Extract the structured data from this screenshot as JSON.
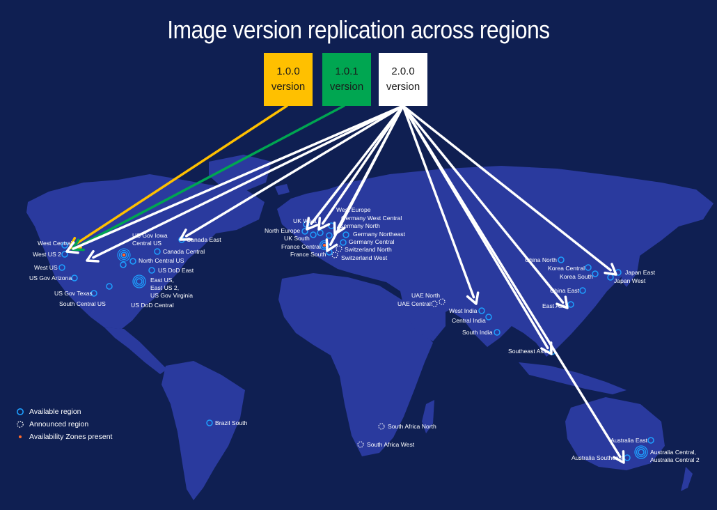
{
  "title": "Image version replication across regions",
  "versions": [
    {
      "number": "1.0.0",
      "label": "version",
      "color": "#ffc000",
      "text_color": "#1a1a1a"
    },
    {
      "number": "1.0.1",
      "label": "version",
      "color": "#00a651",
      "text_color": "#1a1a1a"
    },
    {
      "number": "2.0.0",
      "label": "version",
      "color": "#ffffff",
      "text_color": "#1a1a1a"
    }
  ],
  "legend": {
    "available": "Available region",
    "announced": "Announced region",
    "zones": "Availability Zones present"
  },
  "colors": {
    "background": "#0f1f52",
    "land": "#2a3a9e",
    "region_marker": "#1ea0ff",
    "zone_dot": "#ff6a2a",
    "arrow": "#ffffff"
  },
  "regions": [
    {
      "name": "West Central",
      "status": "available"
    },
    {
      "name": "West US 2",
      "status": "available"
    },
    {
      "name": "West US",
      "status": "available"
    },
    {
      "name": "US Gov Arizona",
      "status": "available"
    },
    {
      "name": "US Gov Texas",
      "status": "available"
    },
    {
      "name": "South Central US",
      "status": "available"
    },
    {
      "name": "US Gov Iowa",
      "status": "available"
    },
    {
      "name": "Central US",
      "status": "available",
      "zones": true
    },
    {
      "name": "North Central US",
      "status": "available"
    },
    {
      "name": "US DoD East",
      "status": "available"
    },
    {
      "name": "East US,",
      "status": "available"
    },
    {
      "name": "East US 2,",
      "status": "available"
    },
    {
      "name": "US Gov Virginia",
      "status": "available"
    },
    {
      "name": "US DoD Central",
      "status": "available"
    },
    {
      "name": "Canada Central",
      "status": "available"
    },
    {
      "name": "Canada East",
      "status": "available"
    },
    {
      "name": "UK West",
      "status": "available"
    },
    {
      "name": "North Europe",
      "status": "available"
    },
    {
      "name": "UK South",
      "status": "available"
    },
    {
      "name": "France Central",
      "status": "available",
      "zones": true
    },
    {
      "name": "France South",
      "status": "available"
    },
    {
      "name": "West Europe",
      "status": "available"
    },
    {
      "name": "Germany West Central",
      "status": "available"
    },
    {
      "name": "Germany North",
      "status": "available"
    },
    {
      "name": "Germany Northeast",
      "status": "available"
    },
    {
      "name": "Germany Central",
      "status": "available"
    },
    {
      "name": "Switzerland North",
      "status": "announced"
    },
    {
      "name": "Switzerland West",
      "status": "announced"
    },
    {
      "name": "UAE North",
      "status": "announced"
    },
    {
      "name": "UAE Central",
      "status": "announced"
    },
    {
      "name": "West India",
      "status": "available"
    },
    {
      "name": "Central India",
      "status": "available"
    },
    {
      "name": "South India",
      "status": "available"
    },
    {
      "name": "China North",
      "status": "available"
    },
    {
      "name": "China East",
      "status": "available"
    },
    {
      "name": "Korea Central",
      "status": "available"
    },
    {
      "name": "Korea South",
      "status": "available"
    },
    {
      "name": "Japan East",
      "status": "available"
    },
    {
      "name": "Japan West",
      "status": "available"
    },
    {
      "name": "East Asia",
      "status": "available"
    },
    {
      "name": "Southeast Asia",
      "status": "available"
    },
    {
      "name": "Australia East",
      "status": "available"
    },
    {
      "name": "Australia Southeast",
      "status": "available"
    },
    {
      "name": "Australia Central,",
      "status": "available"
    },
    {
      "name": "Australia Central 2",
      "status": "available"
    },
    {
      "name": "Brazil South",
      "status": "available"
    },
    {
      "name": "South Africa North",
      "status": "announced"
    },
    {
      "name": "South Africa West",
      "status": "announced"
    }
  ],
  "replication": [
    {
      "version": "1.0.0",
      "targets": [
        "West US 2"
      ]
    },
    {
      "version": "1.0.1",
      "targets": [
        "West US 2"
      ]
    },
    {
      "version": "2.0.0",
      "targets": [
        "West US 2",
        "Central US",
        "Canada East",
        "North Europe",
        "West Europe",
        "France South",
        "Germany West Central",
        "West India",
        "East Asia",
        "Southeast Asia",
        "Japan East",
        "Australia Southeast"
      ]
    }
  ]
}
